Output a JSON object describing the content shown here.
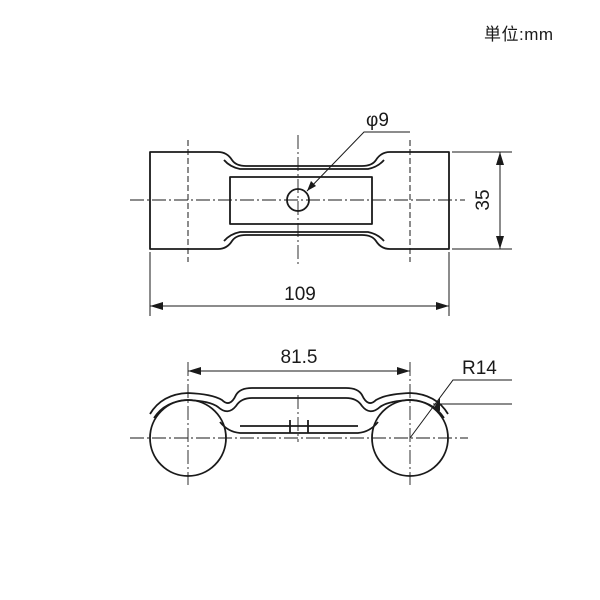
{
  "unit_label": "単位:mm",
  "dimensions": {
    "hole_diameter": "φ9",
    "height": "35",
    "length": "109",
    "center_distance": "81.5",
    "radius": "R14"
  }
}
